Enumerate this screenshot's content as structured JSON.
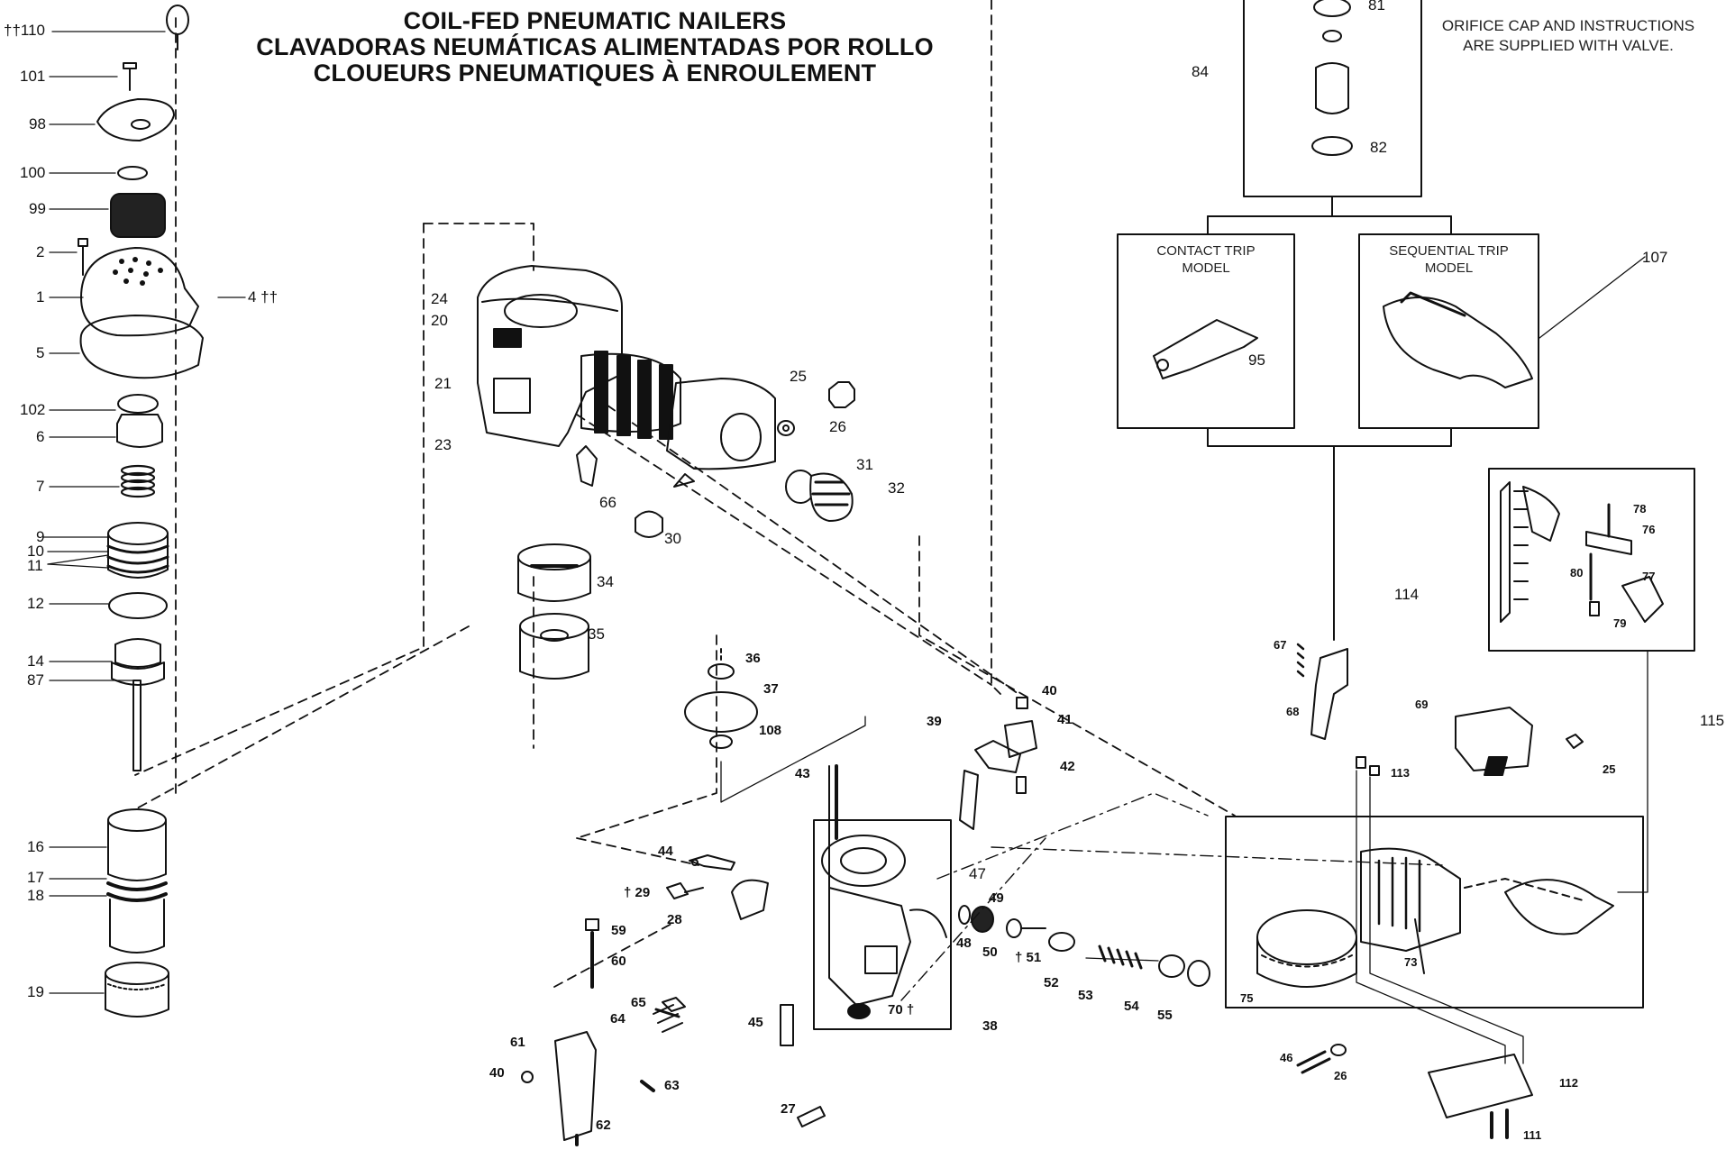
{
  "header": {
    "title_lines": [
      "COIL-FED PNEUMATIC NAILERS",
      "CLAVADORAS NEUMÁTICAS ALIMENTADAS POR ROLLO",
      "CLOUEURS PNEUMATIQUES À ENROULEMENT"
    ]
  },
  "valve_note": {
    "line1": "ORIFICE CAP AND INSTRUCTIONS",
    "line2": "ARE SUPPLIED WITH VALVE."
  },
  "trigger_options": {
    "contact": {
      "line1": "CONTACT TRIP",
      "line2": "MODEL"
    },
    "sequential": {
      "line1": "SEQUENTIAL TRIP",
      "line2": "MODEL"
    }
  },
  "part_labels": {
    "p110": "††110",
    "p101": "101",
    "p98": "98",
    "p100": "100",
    "p99": "99",
    "p2": "2",
    "p4": "4 ††",
    "p1": "1",
    "p5": "5",
    "p102": "102",
    "p6": "6",
    "p7": "7",
    "p9": "9",
    "p10": "10",
    "p11": "11",
    "p12": "12",
    "p14": "14",
    "p87": "87",
    "p16": "16",
    "p17": "17",
    "p18": "18",
    "p19": "19",
    "p24": "24",
    "p20": "20",
    "p21": "21",
    "p23": "23",
    "p66": "66",
    "p25a": "25",
    "p26a": "26",
    "p31": "31",
    "p32": "32",
    "p30": "30",
    "p34": "34",
    "p35": "35",
    "p36": "36",
    "p37": "37",
    "p108": "108",
    "p43": "43",
    "p44": "44",
    "p29": "† 29",
    "p28": "28",
    "p59": "59",
    "p60": "60",
    "p65": "65",
    "p64": "64",
    "p61": "61",
    "p40a": "40",
    "p63": "63",
    "p62": "62",
    "p45": "45",
    "p27": "27",
    "p70": "70 †",
    "p38": "38",
    "p39": "39",
    "p40b": "40",
    "p41": "41",
    "p42": "42",
    "p47": "47",
    "p49": "49",
    "p48": "48",
    "p50": "50",
    "p51": "† 51",
    "p52": "52",
    "p53": "53",
    "p54": "54",
    "p55": "55",
    "p81": "81",
    "p84": "84",
    "p82": "82",
    "p107": "107",
    "p95": "95",
    "p78": "78",
    "p76": "76",
    "p80": "80",
    "p77": "77",
    "p114": "114",
    "p79": "79",
    "p115": "115",
    "p67": "67",
    "p68": "68",
    "p69": "69",
    "p25b": "25",
    "p113": "113",
    "p73": "73",
    "p75": "75",
    "p46": "46",
    "p26b": "26",
    "p112": "112",
    "p111": "111"
  },
  "colors": {
    "ink": "#111111",
    "paper": "#ffffff",
    "shade": "#333333"
  }
}
